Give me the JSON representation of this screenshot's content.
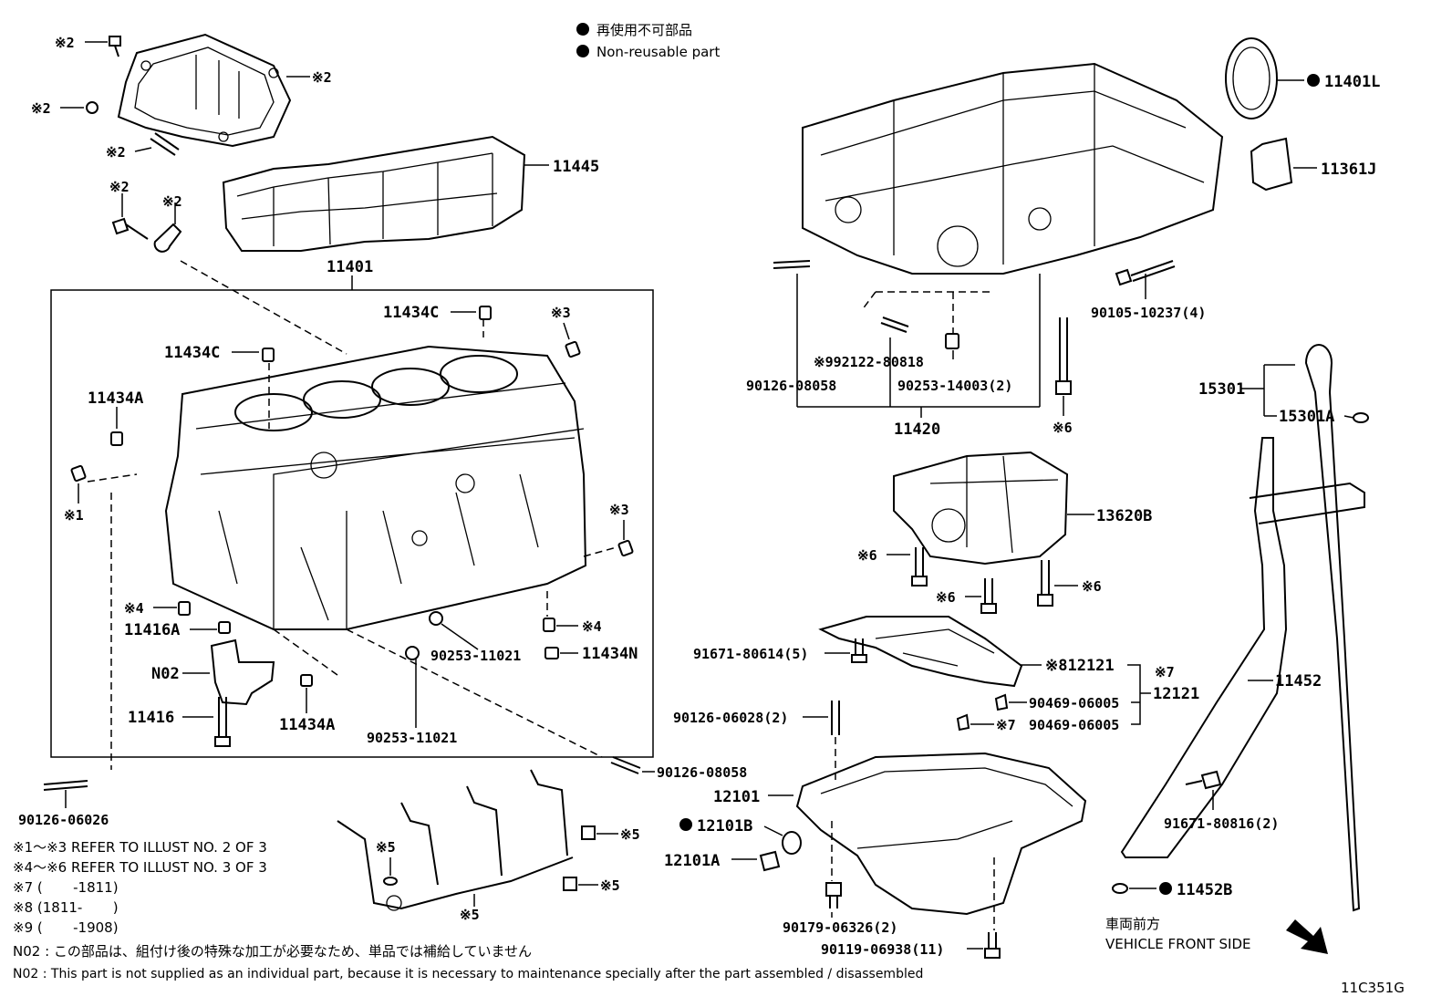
{
  "legend": {
    "jp": "再使用不可部品",
    "en": "Non-reusable part"
  },
  "labels": {
    "p11401L": "11401L",
    "p11361J": "11361J",
    "p11445": "11445",
    "p11401": "11401",
    "p11434C_a": "11434C",
    "p11434C_b": "11434C",
    "p11434A_a": "11434A",
    "p11434A_b": "11434A",
    "p11416A": "11416A",
    "pN02": "N02",
    "p11416": "11416",
    "p90253_11021_a": "90253-11021",
    "p90253_11021_b": "90253-11021",
    "p11434N": "11434N",
    "p90126_08058_a": "90126-08058",
    "p90126_06026": "90126-06026",
    "p92122_80818": "※992122-80818",
    "p90126_08058_b": "90126-08058",
    "p90253_14003": "90253-14003(2)",
    "p11420": "11420",
    "p90105_10237": "90105-10237(4)",
    "p15301": "15301",
    "p15301A": "15301A",
    "p13620B": "13620B",
    "p91671_80614": "91671-80614(5)",
    "p12121_a": "※812121",
    "p12121_b": "12121",
    "p90469_06005_a": "90469-06005",
    "p90469_06005_b": "90469-06005",
    "p90126_06028": "90126-06028(2)",
    "p11452": "11452",
    "p12101": "12101",
    "p12101B": "12101B",
    "p12101A": "12101A",
    "p91671_80816": "91671-80816(2)",
    "p90179_06326": "90179-06326(2)",
    "p90119_06938": "90119-06938(11)",
    "p11452B": "11452B"
  },
  "refs": {
    "r2a": "※2",
    "r2b": "※2",
    "r2c": "※2",
    "r2d": "※2",
    "r2e": "※2",
    "r2f": "※2",
    "r3a": "※3",
    "r3b": "※3",
    "r1": "※1",
    "r4a": "※4",
    "r4b": "※4",
    "r6a": "※6",
    "r6b": "※6",
    "r6c": "※6",
    "r6d": "※6",
    "r7a": "※7",
    "r7b": "※7",
    "r5a": "※5",
    "r5b": "※5",
    "r5c": "※5",
    "r5d": "※5"
  },
  "notes": {
    "n1": "※1～※3  REFER TO ILLUST NO. 2 OF 3",
    "n2": "※4～※6  REFER TO ILLUST NO. 3 OF 3",
    "n3": "※7 (       -1811)",
    "n4": "※8 (1811-       )",
    "n5": "※9 (       -1908)",
    "n6": "N02 : この部品は、組付け後の特殊な加工が必要なため、単品では補給していません",
    "n7": "N02 : This part is not supplied as an individual part, because it is necessary to maintenance specially after the part assembled / disassembled"
  },
  "front": {
    "jp": "車両前方",
    "en": "VEHICLE FRONT SIDE"
  },
  "code": "11C351G"
}
